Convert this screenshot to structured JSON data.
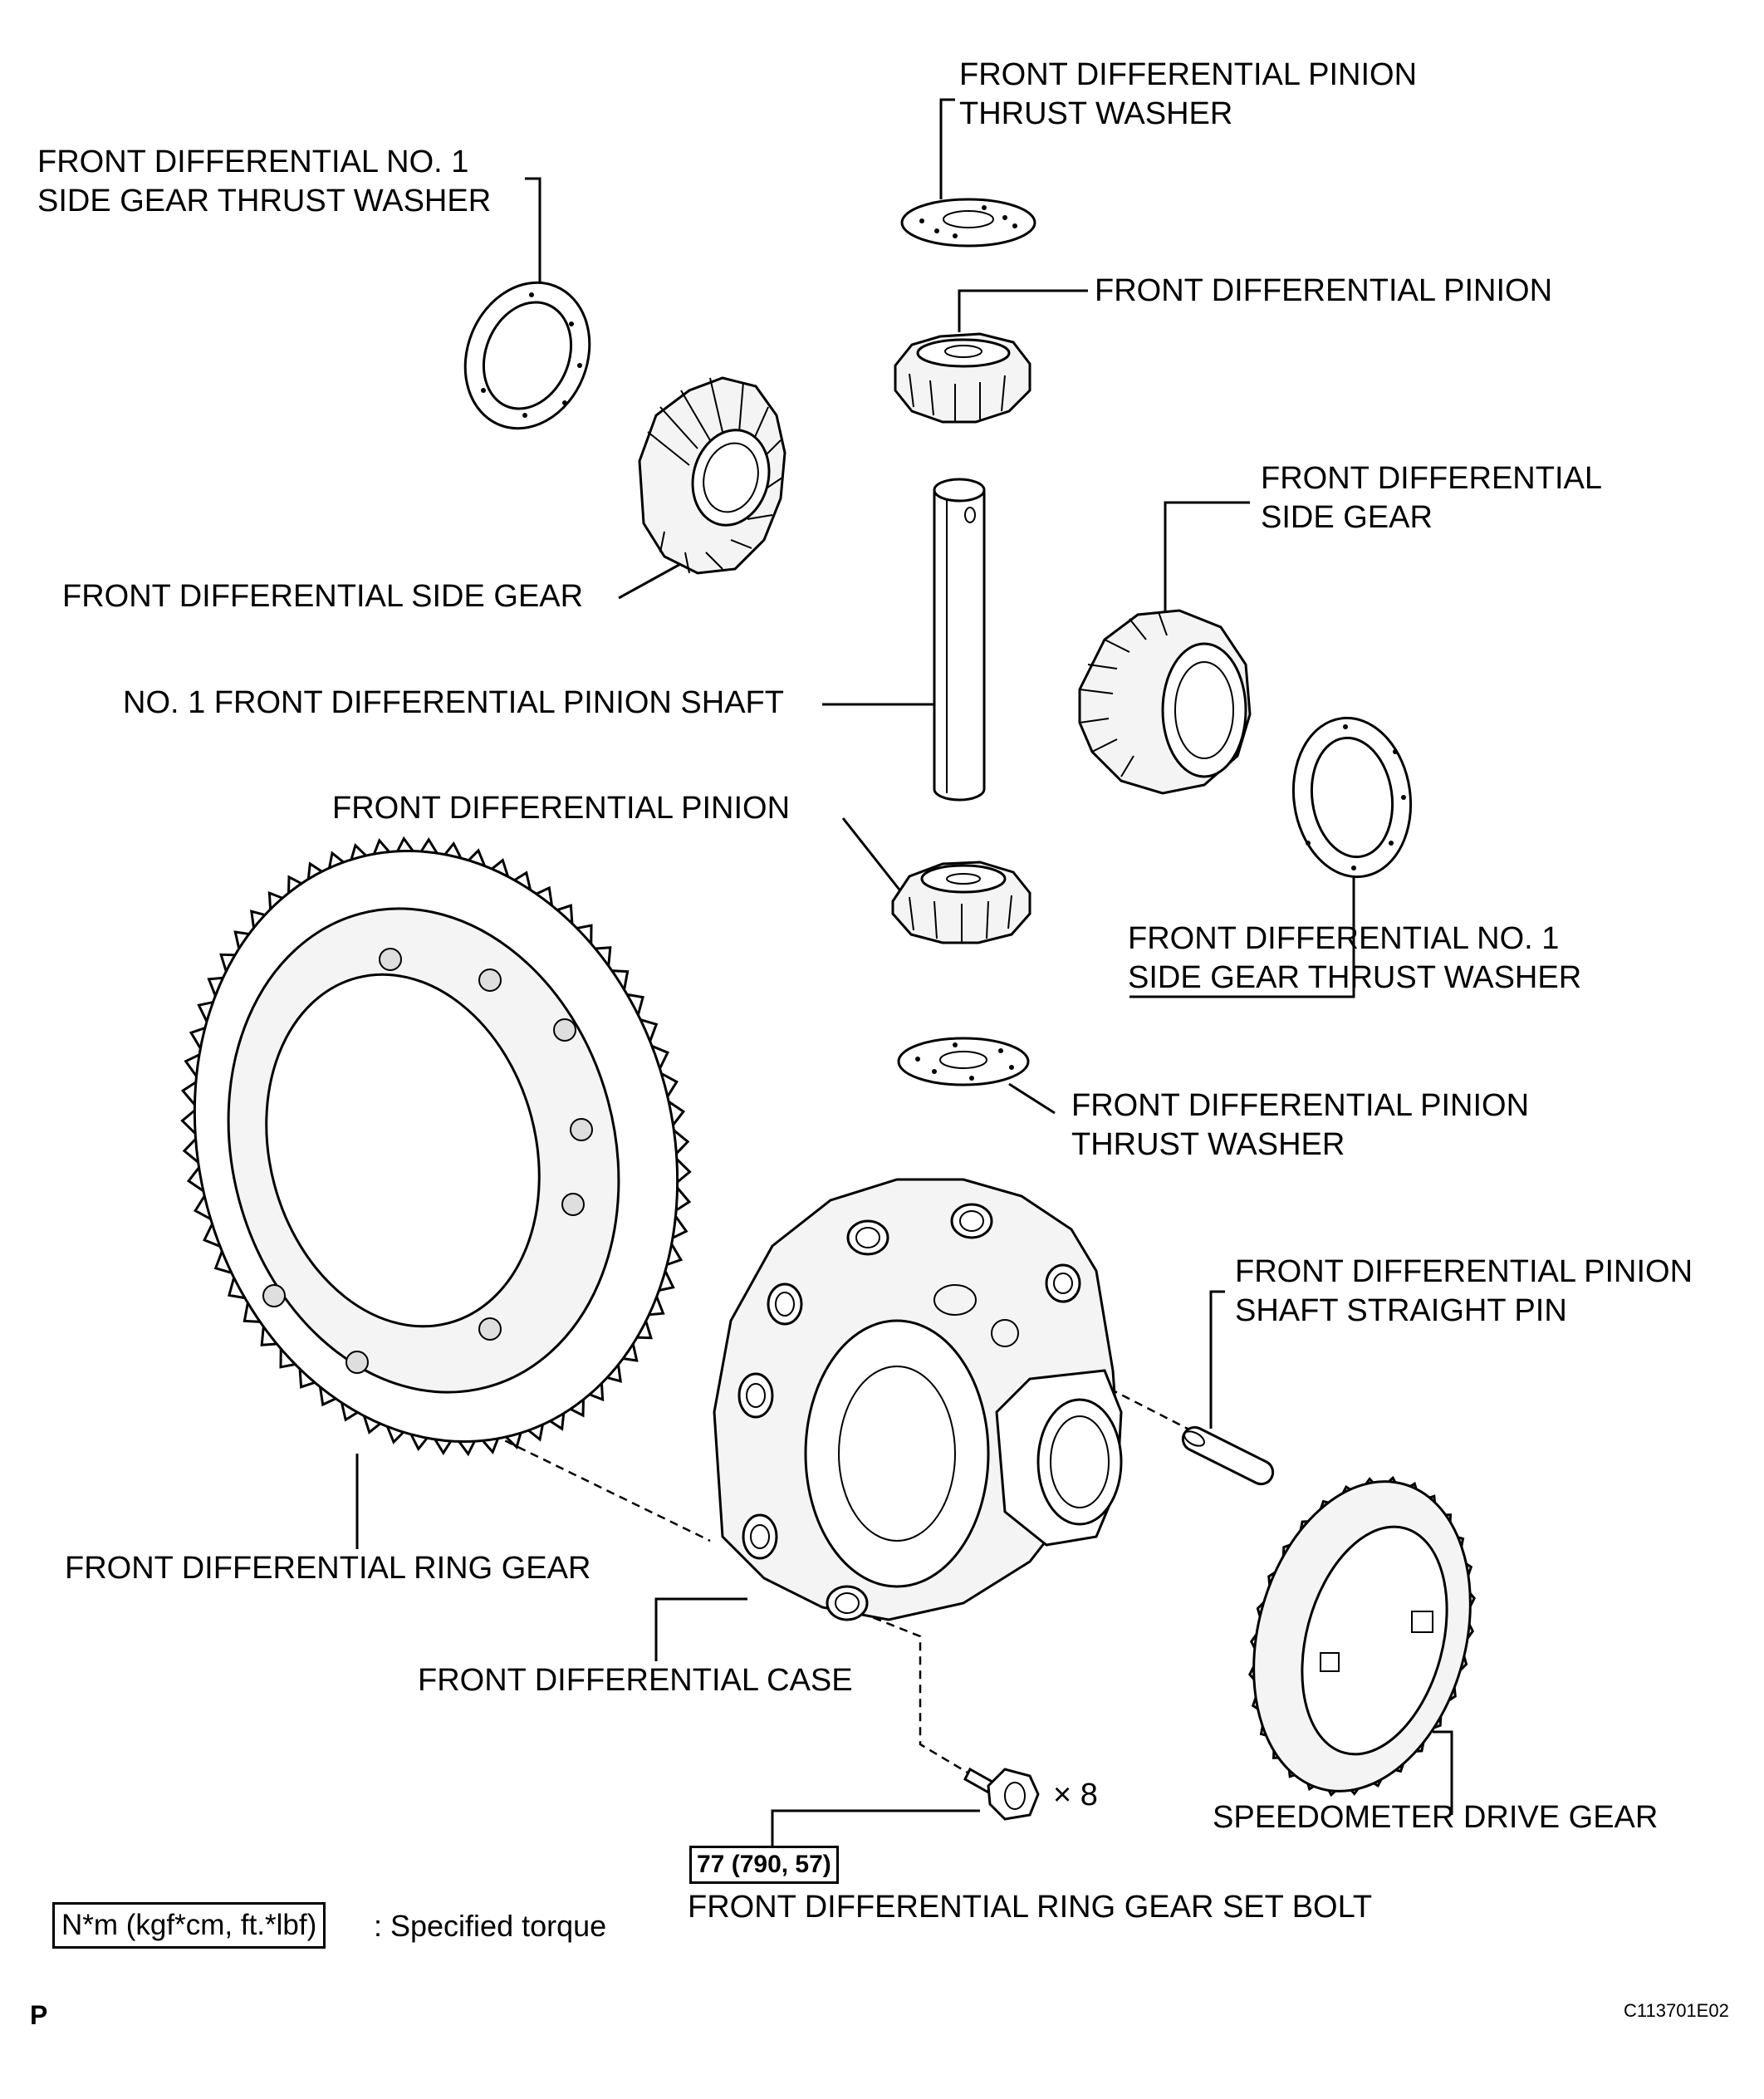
{
  "labels": {
    "pinion_thrust_washer_top": [
      "FRONT DIFFERENTIAL PINION",
      "THRUST WASHER"
    ],
    "side_gear_thrust_washer_left": [
      "FRONT DIFFERENTIAL NO. 1",
      "SIDE GEAR THRUST WASHER"
    ],
    "pinion_top": "FRONT DIFFERENTIAL PINION",
    "side_gear_right": [
      "FRONT DIFFERENTIAL",
      "SIDE GEAR"
    ],
    "side_gear_left": "FRONT DIFFERENTIAL SIDE GEAR",
    "pinion_shaft": "NO. 1 FRONT DIFFERENTIAL PINION SHAFT",
    "pinion_bottom": "FRONT DIFFERENTIAL PINION",
    "side_gear_thrust_washer_right": [
      "FRONT DIFFERENTIAL NO. 1",
      "SIDE GEAR THRUST WASHER"
    ],
    "pinion_thrust_washer_bottom": [
      "FRONT DIFFERENTIAL PINION",
      "THRUST WASHER"
    ],
    "straight_pin": [
      "FRONT DIFFERENTIAL PINION",
      "SHAFT STRAIGHT PIN"
    ],
    "ring_gear": "FRONT DIFFERENTIAL RING GEAR",
    "diff_case": "FRONT DIFFERENTIAL CASE",
    "speedometer_gear": "SPEEDOMETER DRIVE GEAR",
    "set_bolt": "FRONT DIFFERENTIAL RING GEAR SET BOLT",
    "bolt_qty": "× 8"
  },
  "torque": {
    "set_bolt": "77 (790, 57)"
  },
  "legend": {
    "box": "N*m (kgf*cm, ft.*lbf)",
    "text": ": Specified torque"
  },
  "footer": {
    "left": "P",
    "right": "C113701E02"
  }
}
